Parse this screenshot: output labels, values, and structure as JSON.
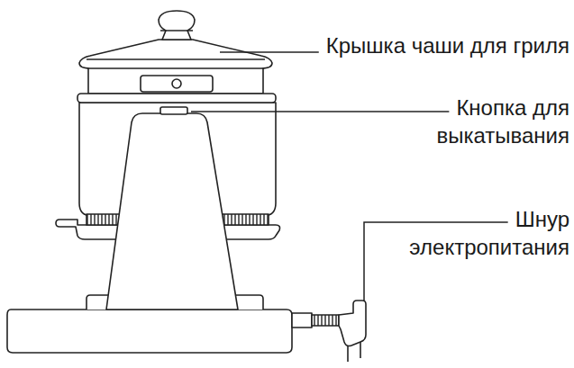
{
  "diagram": {
    "labels": [
      "Крышка чаши для гриля",
      "Кнопка для выкатывания",
      "Шнур электропитания"
    ]
  }
}
